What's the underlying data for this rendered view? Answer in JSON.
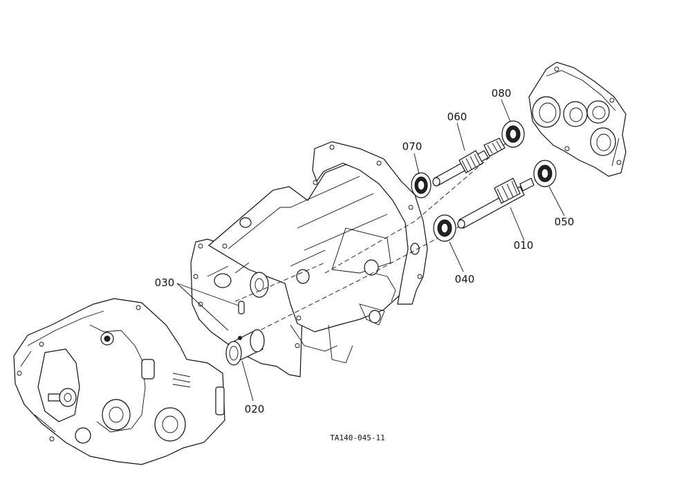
{
  "diagram": {
    "drawing_code": "TA140-045-11",
    "callouts": {
      "p010": "010",
      "p020": "020",
      "p030": "030",
      "p040": "040",
      "p050": "050",
      "p060": "060",
      "p070": "070",
      "p080": "080"
    }
  }
}
